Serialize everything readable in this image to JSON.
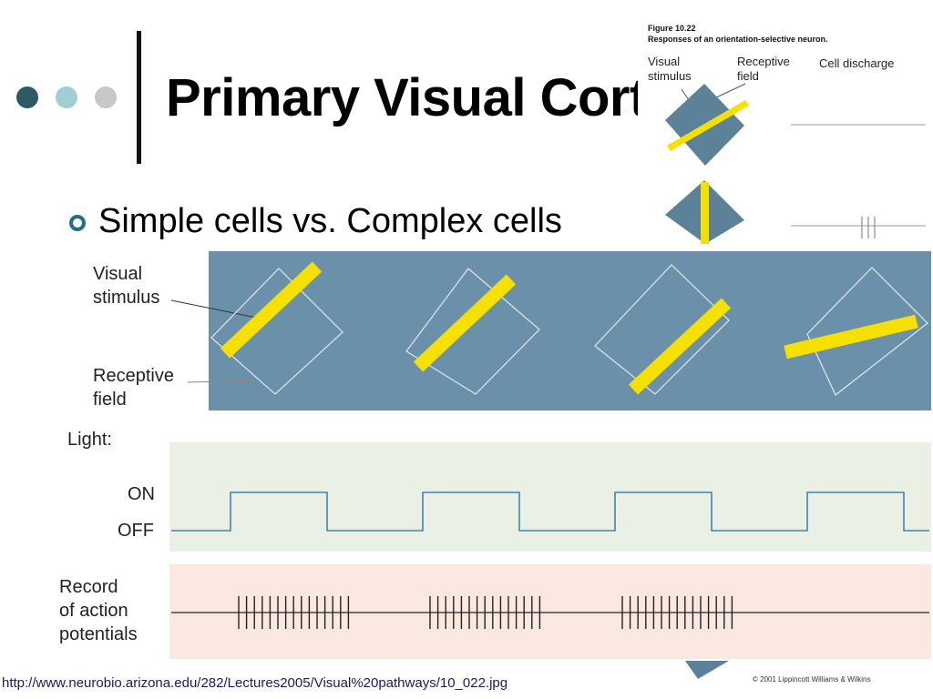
{
  "slide": {
    "title": "Primary Visual Cortex",
    "bullet": "Simple cells vs. Complex cells",
    "source_url": "http://www.neurobio.arizona.edu/282/Lectures2005/Visual%20pathways/10_022.jpg",
    "dots": [
      "#2e5a63",
      "#9fcfd4",
      "#c8c8c8"
    ]
  },
  "inset_figure": {
    "figure_number": "Figure 10.22",
    "caption": "Responses of an orientation-selective neuron.",
    "label_stimulus_1": "Visual",
    "label_stimulus_2": "stimulus",
    "label_field_1": "Receptive",
    "label_field_2": "field",
    "label_discharge": "Cell discharge",
    "copyright": "© 2001 Lippincott Williams & Wilkins"
  },
  "main_figure": {
    "label_stimulus_1": "Visual",
    "label_stimulus_2": "stimulus",
    "label_field_1": "Receptive",
    "label_field_2": "field",
    "label_light": "Light:",
    "label_on": "ON",
    "label_off": "OFF",
    "label_record_1": "Record",
    "label_record_2": "of action",
    "label_record_3": "potentials",
    "panel_color": "#6b91aa",
    "bar_color": "#f5e000",
    "light_bg": "#ebf0e5",
    "record_bg": "#fbe9e1",
    "trace_color": "#3a86b8"
  }
}
